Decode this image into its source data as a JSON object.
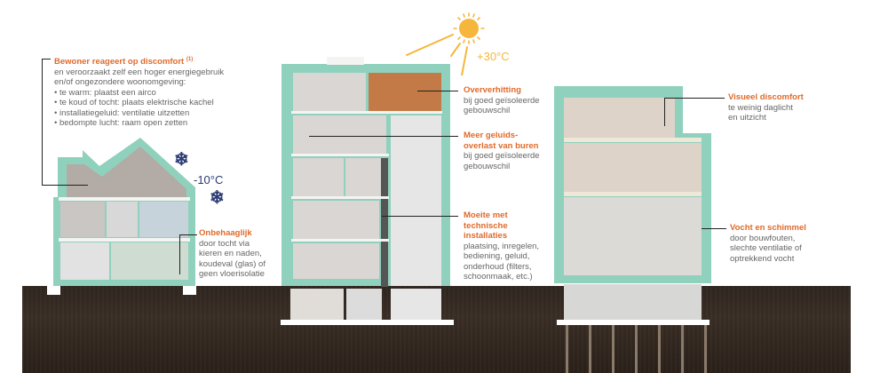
{
  "climate": {
    "hot_label": "+30°C",
    "cold_label": "-10°C",
    "sun_icon": "sun-icon",
    "snowflake_icon": "snowflake-icon",
    "snowflake_glyph": "❄"
  },
  "colors": {
    "accent_orange": "#e06a2a",
    "building_teal": "#8fd1bd",
    "text_gray": "#666666",
    "sun_yellow": "#f5b63b",
    "cold_navy": "#2b3b74",
    "ground_brown": "#2f2620"
  },
  "buildings": [
    {
      "name": "detached-house",
      "description": "Single-family house with pitched roof"
    },
    {
      "name": "apartment-building",
      "description": "Multi-storey apartment block with stairwell"
    },
    {
      "name": "loft-building",
      "description": "Converted building on pile foundation"
    }
  ],
  "annotations": [
    {
      "id": "resident-reacts",
      "title": "Bewoner reageert op discomfort",
      "footnote": "(1)",
      "body": "en veroorzaakt zelf een hoger energiegebruik\nen/of ongezondere woonomgeving:\n• te warm: plaatst een airco\n• te koud of tocht: plaats elektrische kachel\n• installatiegeluid: ventilatie uitzetten\n• bedompte lucht: raam open zetten"
    },
    {
      "id": "uncomfortable",
      "title": "Onbehaaglijk",
      "body": "door tocht via\nkieren en naden,\nkoudeval (glas) of\ngeen vloerisolatie"
    },
    {
      "id": "overheating",
      "title": "Oververhitting",
      "body": "bij goed geïsoleerde\ngebouwschil"
    },
    {
      "id": "noise-neighbours",
      "title": "Meer geluids-\noverlast van buren",
      "body": "bij goed geïsoleerde\ngebouwschil"
    },
    {
      "id": "technical-installations",
      "title": "Moeite met\ntechnische\ninstallaties",
      "body": "plaatsing, inregelen,\nbediening, geluid,\nonderhoud (filters,\nschoonmaak, etc.)"
    },
    {
      "id": "visual-discomfort",
      "title": "Visueel discomfort",
      "body": "te weinig daglicht\nen uitzicht"
    },
    {
      "id": "damp-mould",
      "title": "Vocht en schimmel",
      "body": "door bouwfouten,\nslechte ventilatie of\noptrekkend vocht"
    }
  ]
}
